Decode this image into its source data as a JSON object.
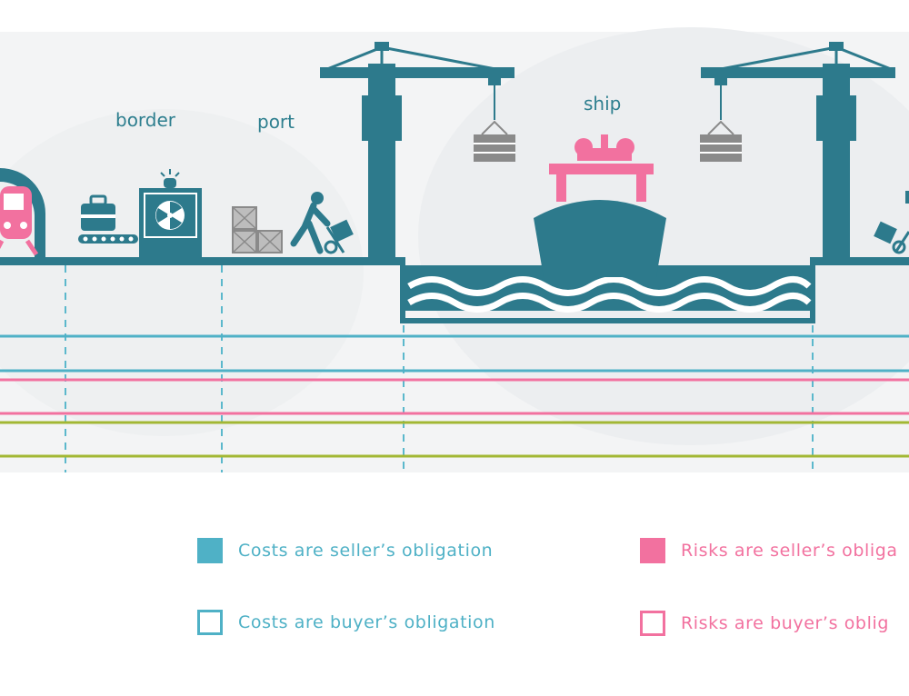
{
  "labels": {
    "border": "border",
    "port": "port",
    "ship": "ship"
  },
  "legend": {
    "costs_seller": "Costs are seller’s obligation",
    "costs_buyer": "Costs are buyer’s obligation",
    "risks_seller": "Risks are seller’s obliga",
    "risks_buyer": "Risks are buyer’s oblig"
  },
  "colors": {
    "teal_dark": "#2d7a8c",
    "teal_line": "#4fb1c6",
    "pink": "#f2719f",
    "olive": "#a2b734",
    "grey_cargo": "#8a8a8a"
  },
  "icons": [
    "train-icon",
    "suitcase-icon",
    "customs-scanner-icon",
    "crate-icon",
    "porter-icon",
    "crane-icon",
    "container-icon",
    "cargo-ship-icon",
    "water-waves-icon"
  ]
}
